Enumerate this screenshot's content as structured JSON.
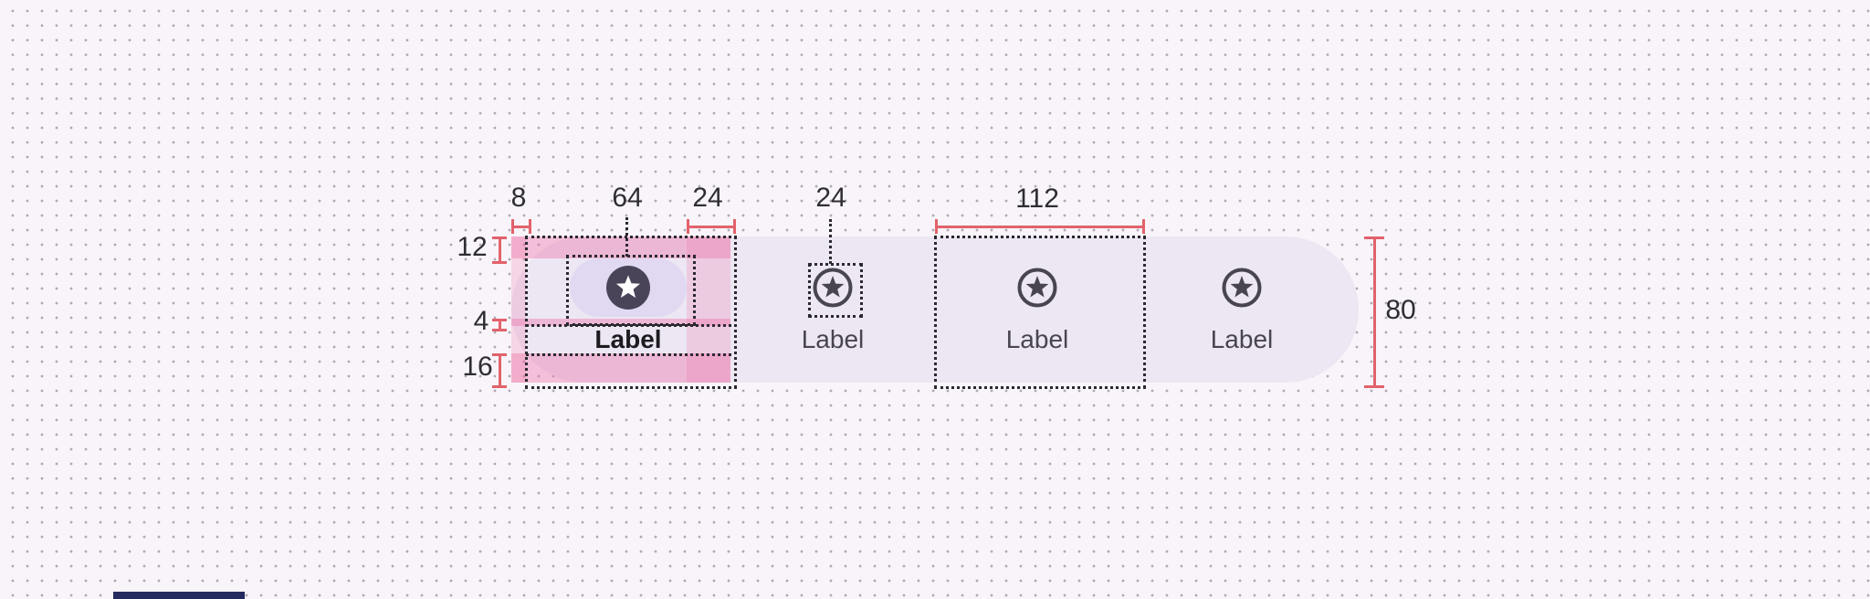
{
  "spec": {
    "component": "navigation-bar-spec-diagram",
    "values": {
      "leading_padding": "8",
      "indicator_width": "64",
      "trailing_gap": "24",
      "icon_size": "24",
      "item_width": "112",
      "top_padding": "12",
      "icon_label_gap": "4",
      "bottom_padding": "16",
      "container_height": "80"
    },
    "items": [
      {
        "label": "Label",
        "state": "active",
        "icon": "star-filled-circle"
      },
      {
        "label": "Label",
        "state": "inactive",
        "icon": "star-outlined-circle"
      },
      {
        "label": "Label",
        "state": "inactive",
        "icon": "star-outlined-circle"
      },
      {
        "label": "Label",
        "state": "inactive",
        "icon": "star-outlined-circle"
      }
    ],
    "colors": {
      "page_bg": "#F8F4F9",
      "grid_dot": "#AFA8B5",
      "container_bg": "#ECE7F2",
      "indicator_bg": "#E1D8F1",
      "icon_fill": "#4A4458",
      "icon_outline": "#49454F",
      "label_active": "#1D1B20",
      "label_inactive": "#49454F",
      "measure_line": "#E2626B",
      "measure_text": "#2F2D33",
      "overlay_pink": "#EC6AA4",
      "cropped_bar": "#252B5E"
    }
  }
}
